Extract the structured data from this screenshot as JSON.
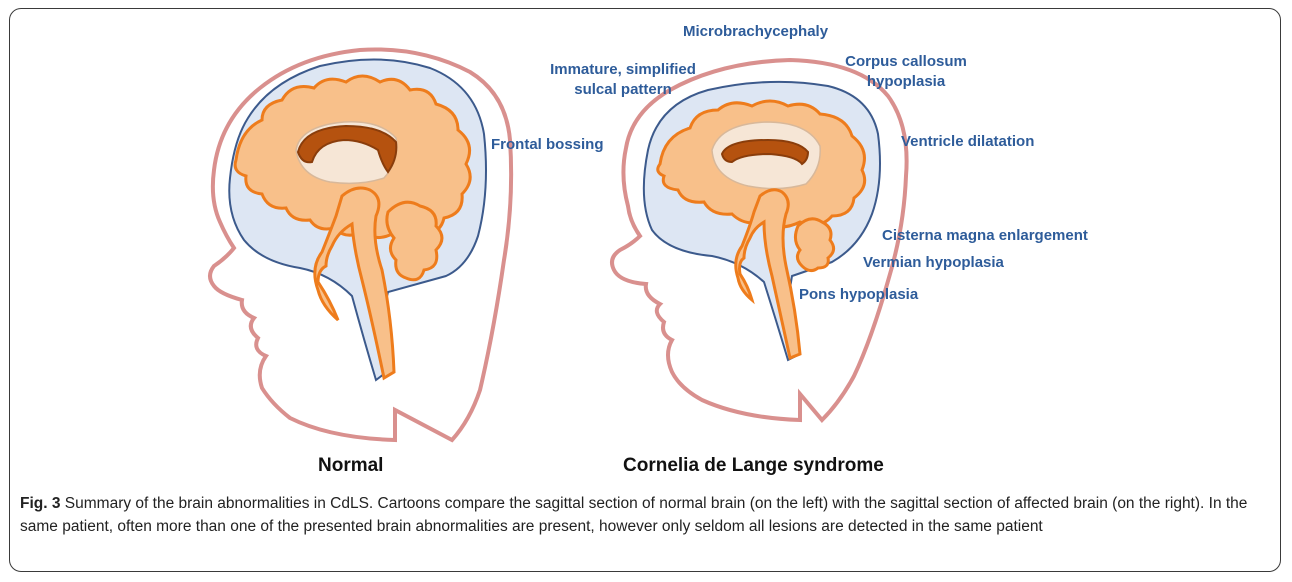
{
  "labels": {
    "microbrachycephaly": "Microbrachycephaly",
    "sulcal_line1": "Immature, simplified",
    "sulcal_line2": "sulcal pattern",
    "corpus_line1": "Corpus callosum",
    "corpus_line2": "hypoplasia",
    "frontal_bossing": "Frontal bossing",
    "ventricle": "Ventricle dilatation",
    "cisterna": "Cisterna magna enlargement",
    "vermian": "Vermian hypoplasia",
    "pons": "Pons hypoplasia"
  },
  "panels": {
    "left": "Normal",
    "right": "Cornelia de Lange syndrome"
  },
  "caption": {
    "fig_no": "Fig. 3",
    "text": " Summary of the brain abnormalities in CdLS. Cartoons compare the sagittal section of normal brain (on the left) with the sagittal section of affected brain (on the right). In the same patient, often more than one of the presented brain abnormalities are present, however only seldom all lesions are detected in the same patient"
  },
  "colors": {
    "head_outline": "#d9908e",
    "csf_fill": "#dde6f3",
    "csf_outline": "#3c5a8c",
    "brain_fill": "#f8c08a",
    "brain_outline": "#ee7c1c",
    "corpus": "#b5520f",
    "label_text": "#2e5c9a"
  }
}
